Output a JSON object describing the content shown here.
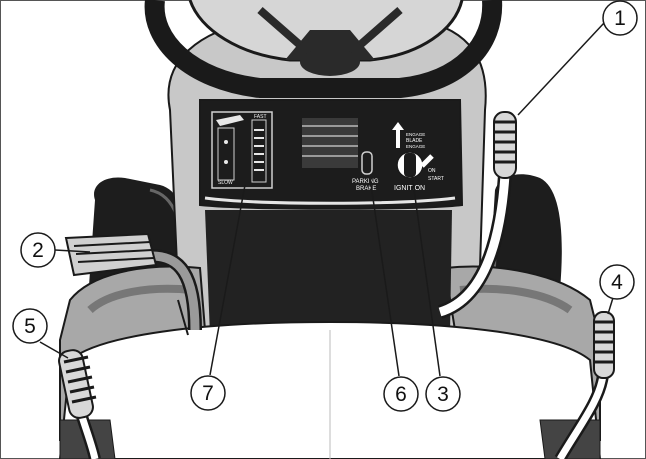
{
  "callouts": [
    {
      "number": "1",
      "target": "throttle-lever"
    },
    {
      "number": "2",
      "target": "brake-pedal"
    },
    {
      "number": "3",
      "target": "ignition-switch"
    },
    {
      "number": "4",
      "target": "right-lever"
    },
    {
      "number": "5",
      "target": "left-lever"
    },
    {
      "number": "6",
      "target": "parking-brake-knob"
    },
    {
      "number": "7",
      "target": "fuel-gauge"
    }
  ],
  "panel": {
    "parking_brake_line1": "PARKING",
    "parking_brake_line2": "BRAKE",
    "ignition_label": "IGNITION",
    "ignition_on": "ON",
    "ignition_start": "START",
    "ignition_opt1": "ENGAGE",
    "ignition_opt2": "BLADE",
    "ignition_opt3": "ENGAGE",
    "gauge_slow": "SLOW",
    "gauge_fast": "FAST"
  },
  "colors": {
    "outline": "#1a1a1a",
    "panel": "#1c1c1c",
    "body_gray": "#bdbdbd",
    "light_gray": "#d9d9d9",
    "mid_gray": "#8c8c8c"
  }
}
